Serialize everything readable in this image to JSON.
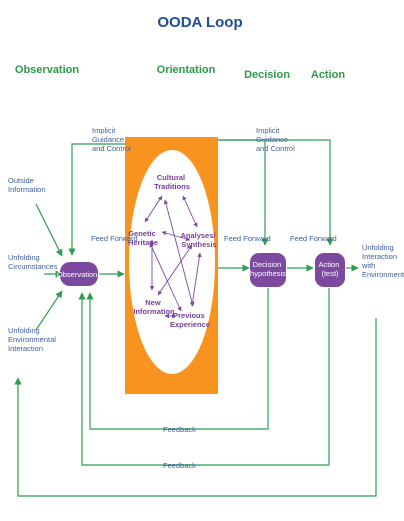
{
  "title": "OODA Loop",
  "phases": {
    "observation": "Observation",
    "orientation": "Orientation",
    "decision": "Decision",
    "action": "Action"
  },
  "inputs": {
    "outside_information": [
      "Outside",
      "Information"
    ],
    "unfolding_circumstances": [
      "Unfolding",
      "Circumstances"
    ],
    "unfolding_environmental_interaction": [
      "Unfolding",
      "Environmental",
      "Interaction"
    ]
  },
  "implicit_guidance_left": [
    "Implicit",
    "Guidance",
    "and Control"
  ],
  "implicit_guidance_right": [
    "Implicit",
    "Guidance",
    "and Control"
  ],
  "feed_forward_1": "Feed Forward",
  "feed_forward_2": "Feed Forward",
  "feed_forward_3": "Feed Forward",
  "observations_node": "Observations",
  "orientation_nodes": {
    "cultural_traditions": [
      "Cultural",
      "Traditions"
    ],
    "genetic_heritage": [
      "Genetic",
      "Heritage"
    ],
    "analyses_synthesis": [
      "Analyses/",
      "Synthesis"
    ],
    "new_information": [
      "New",
      "Information"
    ],
    "previous_experience": [
      "Previous",
      "Experience"
    ]
  },
  "decision_node": [
    "Decision",
    "(hypothesis)"
  ],
  "action_node": [
    "Action",
    "(test)"
  ],
  "output": [
    "Unfolding",
    "Interaction",
    "with",
    "Environment"
  ],
  "feedback_1": "Feedback",
  "feedback_2": "Feedback",
  "colors": {
    "title_blue": "#1f4e96",
    "phase_green": "#2e9a4a",
    "line_green": "#2f9e52",
    "node_purple": "#7b4a9e",
    "orange": "#f7931e",
    "label_blue": "#3d5f9c",
    "orientation_text": "#7a3f98"
  }
}
